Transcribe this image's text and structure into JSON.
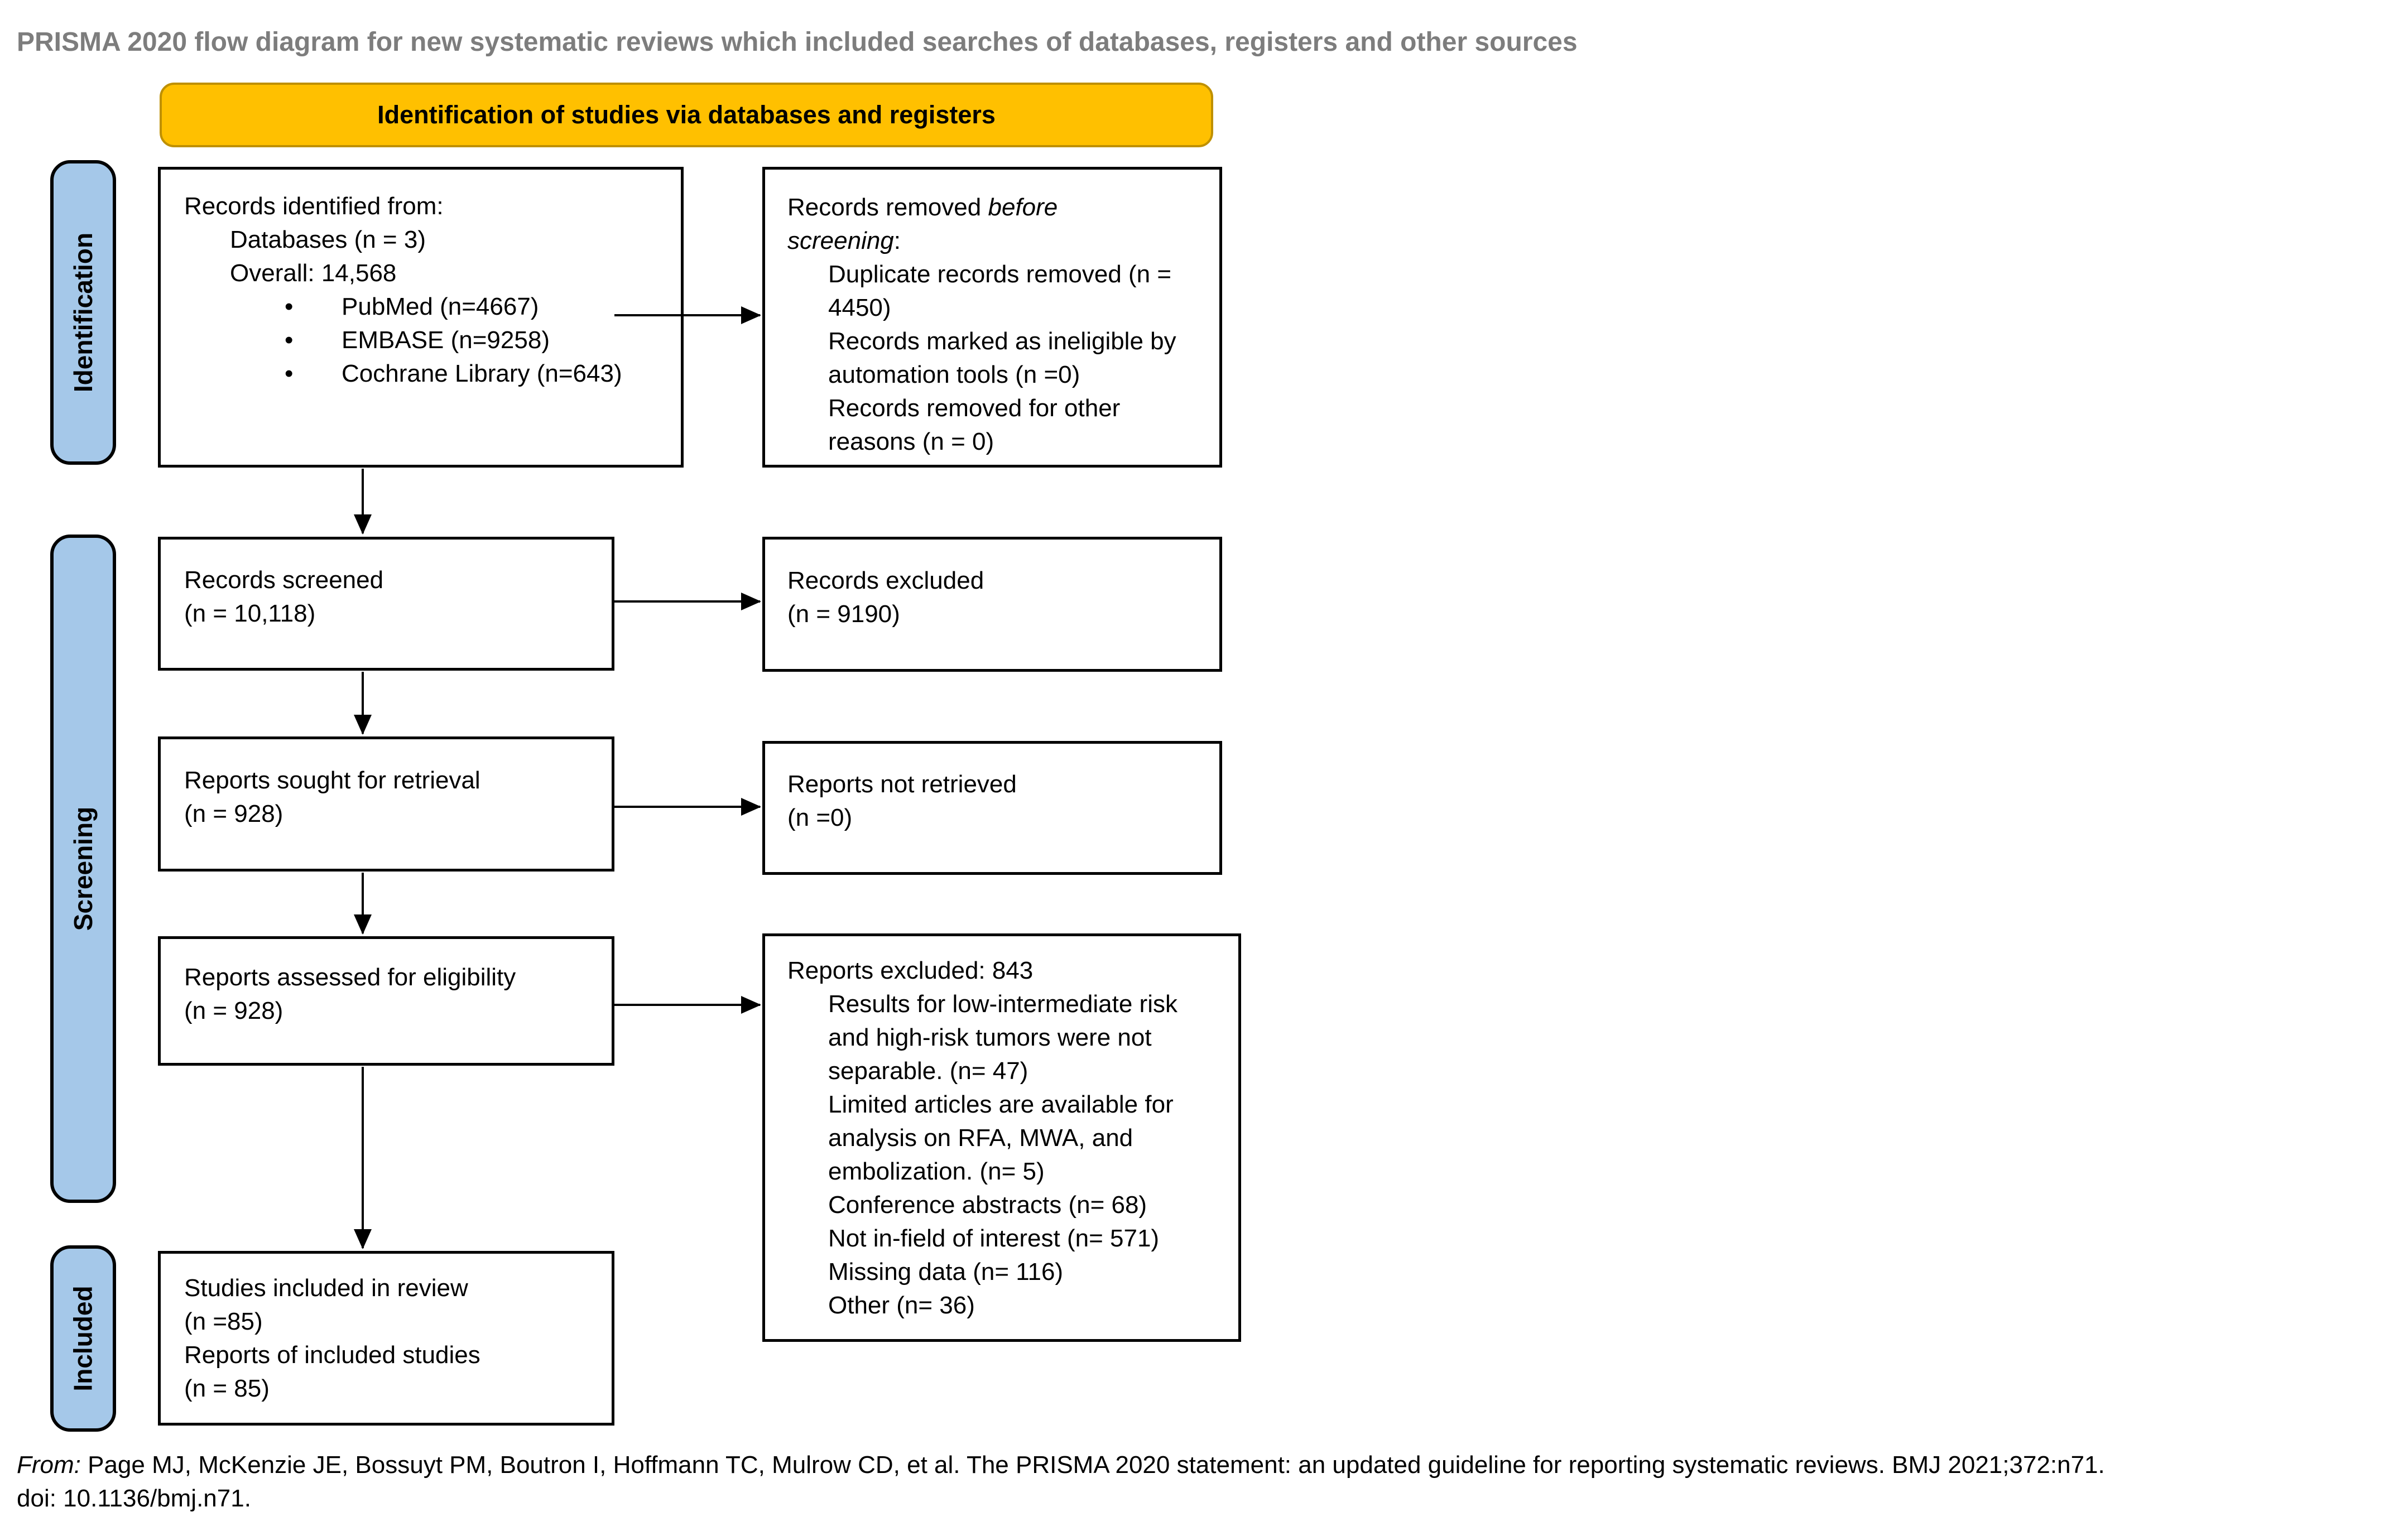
{
  "page": {
    "title": "PRISMA 2020 flow diagram for new systematic reviews which included searches of databases, registers and other sources",
    "banner": "Identification of studies via databases and registers"
  },
  "sidebar": {
    "identification": "Identification",
    "screening": "Screening",
    "included": "Included"
  },
  "glyphs": {
    "bullet": "•"
  },
  "colors": {
    "banner_fill": "#FFC000",
    "banner_border": "#BF9000",
    "sidebar_fill": "#A5C8E9",
    "title_gray": "#7D7D7D",
    "box_border": "#000000"
  },
  "flow": {
    "records_identified": {
      "title": "Records identified from:",
      "databases": "Databases (n = 3)",
      "overall": "Overall: 14,568",
      "bullets": [
        "PubMed (n=4667)",
        "EMBASE (n=9258)",
        "Cochrane Library (n=643)"
      ]
    },
    "records_removed": {
      "lead": "Records removed ",
      "lead_italic": "before screening",
      "lead_suffix": ":",
      "items": [
        "Duplicate records removed (n = 4450)",
        "Records marked as ineligible by automation tools (n =0)",
        "Records removed for other reasons (n = 0)"
      ]
    },
    "records_screened": {
      "line1": "Records screened",
      "line2": "(n = 10,118)"
    },
    "records_excluded": {
      "line1": "Records excluded",
      "line2": "(n = 9190)"
    },
    "reports_sought": {
      "line1": "Reports sought for retrieval",
      "line2": "(n = 928)"
    },
    "reports_not_retrieved": {
      "line1": "Reports not retrieved",
      "line2": "(n =0)"
    },
    "reports_assessed": {
      "line1": "Reports assessed for eligibility",
      "line2": "(n = 928)"
    },
    "reports_excluded": {
      "title": "Reports excluded: 843",
      "items": [
        "Results for low-intermediate risk and high-risk tumors were not separable. (n= 47)",
        "Limited articles are available for analysis on RFA, MWA, and embolization. (n= 5)",
        "Conference abstracts (n= 68)",
        "Not in-field of interest (n= 571)",
        "Missing data (n= 116)",
        "Other (n= 36)"
      ]
    },
    "studies_included": {
      "line1": "Studies included in review",
      "line2": "(n =85)",
      "line3": "Reports of included studies",
      "line4": "(n = 85)"
    }
  },
  "citation": {
    "prefix": "From:",
    "line1": "  Page MJ, McKenzie JE, Bossuyt PM, Boutron I, Hoffmann TC, Mulrow CD, et al. The PRISMA 2020 statement: an updated guideline for reporting systematic reviews. BMJ 2021;372:n71.",
    "line2": "doi: 10.1136/bmj.n71."
  }
}
